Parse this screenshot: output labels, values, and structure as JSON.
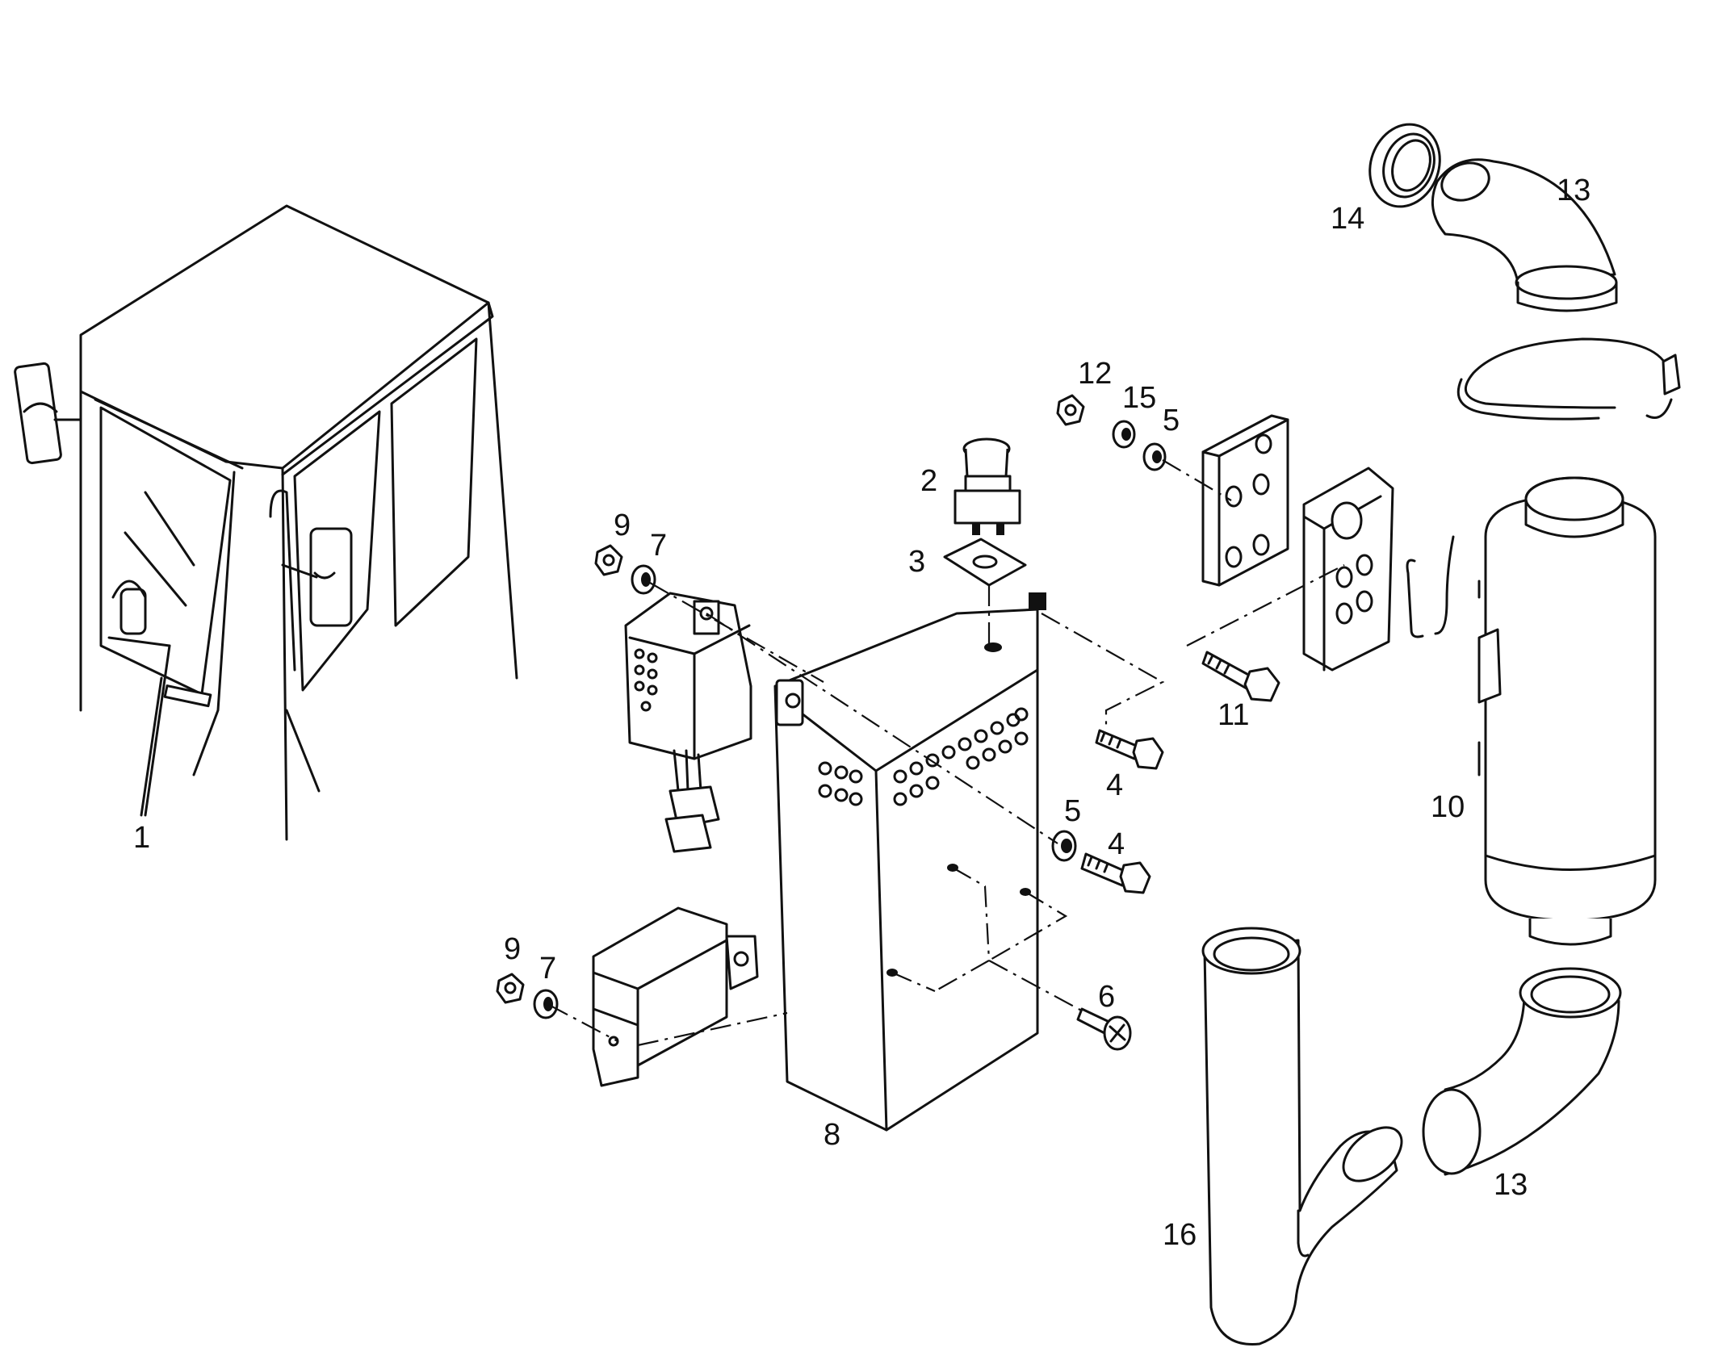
{
  "callouts": {
    "c1": "1",
    "c2": "2",
    "c3": "3",
    "c4a": "4",
    "c4b": "4",
    "c5a": "5",
    "c5b": "5",
    "c6": "6",
    "c7a": "7",
    "c7b": "7",
    "c8": "8",
    "c9a": "9",
    "c9b": "9",
    "c10": "10",
    "c11": "11",
    "c12": "12",
    "c13a": "13",
    "c13b": "13",
    "c14": "14",
    "c15": "15",
    "c16": "16"
  },
  "colors": {
    "ink": "#111111",
    "paper": "#ffffff"
  }
}
